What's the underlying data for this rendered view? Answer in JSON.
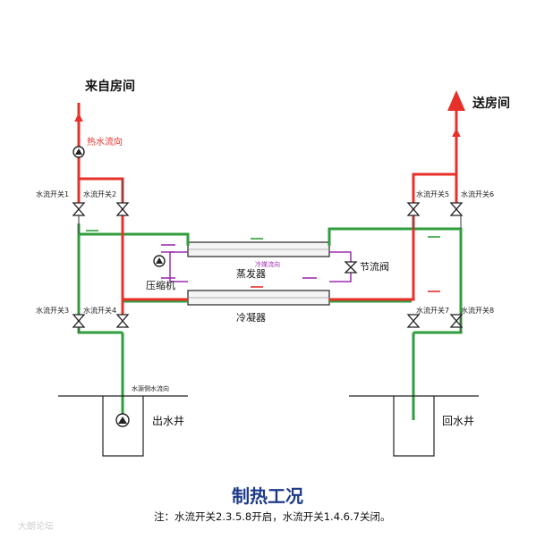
{
  "labels": {
    "from_room": "来自房间",
    "to_room": "送房间",
    "hot_water_flow": "热水流向",
    "refrigerant_flow": "冷媒流向",
    "source_water_flow": "水源侧水流向",
    "evaporator": "蒸发器",
    "condenser": "冷凝器",
    "compressor": "压缩机",
    "throttle_valve": "节流阀",
    "outlet_well": "出水井",
    "return_well": "回水井"
  },
  "switches": [
    "水流开关1",
    "水流开关2",
    "水流开关3",
    "水流开关4",
    "水流开关5",
    "水流开关6",
    "水流开关7",
    "水流开关8"
  ],
  "title": "制热工况",
  "note": "注：水流开关2.3.5.8开启，水流开关1.4.6.7关闭。",
  "watermark": "大朗论坛",
  "colors": {
    "hot": "#e8302a",
    "cold": "#2f9e3c",
    "refrigerant": "#9b2fae",
    "pipe_dark": "#333333",
    "title": "#1d3a8a"
  }
}
